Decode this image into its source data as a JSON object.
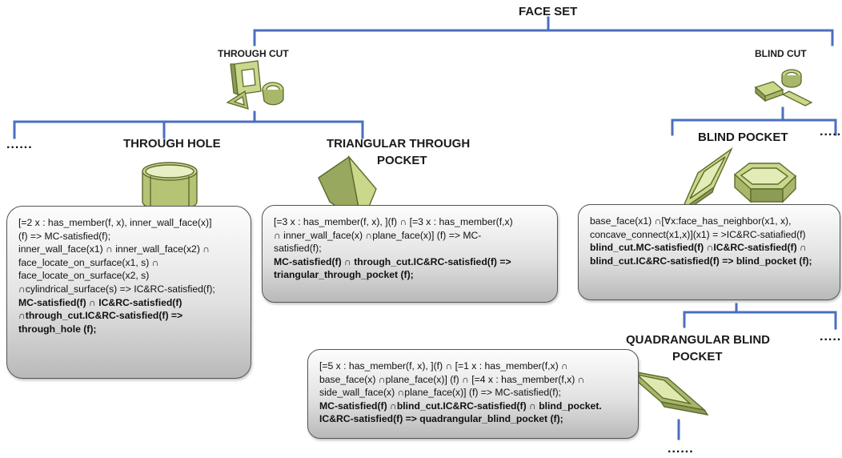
{
  "root": {
    "label": "FACE SET"
  },
  "branches": {
    "through_cut": {
      "label": "THROUGH CUT"
    },
    "blind_cut": {
      "label": "BLIND CUT"
    }
  },
  "features": {
    "through_hole": {
      "label": "THROUGH HOLE"
    },
    "triangular_through_pocket": {
      "label_line1": "TRIANGULAR THROUGH",
      "label_line2": "POCKET"
    },
    "blind_pocket": {
      "label": "BLIND POCKET"
    },
    "quadrangular_blind_pocket": {
      "label_line1": "QUADRANGULAR BLIND",
      "label_line2": "POCKET"
    }
  },
  "ellipses": [
    "......",
    "......",
    "......",
    "......"
  ],
  "rules": {
    "through_hole": [
      {
        "text": "[=2 x : has_member(f, x),  inner_wall_face(x)]",
        "bold": false
      },
      {
        "text": "(f)  => MC-satisfied(f);",
        "bold": false
      },
      {
        "text": "inner_wall_face(x1) ∩ inner_wall_face(x2) ∩",
        "bold": false
      },
      {
        "text": "face_locate_on_surface(x1, s) ∩",
        "bold": false
      },
      {
        "text": "face_locate_on_surface(x2, s)",
        "bold": false
      },
      {
        "text": "∩cylindrical_surface(s) => IC&RC-satisfied(f);",
        "bold": false
      },
      {
        "text": "MC-satisfied(f) ∩ IC&RC-satisfied(f)",
        "bold": true
      },
      {
        "text": "∩through_cut.IC&RC-satisfied(f) =>",
        "bold": true
      },
      {
        "text": "through_hole (f);",
        "bold": true
      }
    ],
    "triangular_through_pocket": [
      {
        "text": "[=3 x : has_member(f, x), ](f) ∩ [=3 x : has_member(f,x)",
        "bold": false
      },
      {
        "text": "∩ inner_wall_face(x) ∩plane_face(x)] (f)  => MC-",
        "bold": false
      },
      {
        "text": "satisfied(f);",
        "bold": false
      },
      {
        "text": "MC-satisfied(f) ∩ through_cut.IC&RC-satisfied(f) =>",
        "bold": true
      },
      {
        "text": "triangular_through_pocket (f);",
        "bold": true
      }
    ],
    "blind_pocket": [
      {
        "text": "base_face(x1) ∩[∀x:face_has_neighbor(x1, x),",
        "bold": false
      },
      {
        "text": "concave_connect(x1,x)](x1) = >IC&RC-satiafied(f)",
        "bold": false
      },
      {
        "text": "blind_cut.MC-satisfied(f) ∩IC&RC-satisfied(f) ∩",
        "bold": true
      },
      {
        "text": "blind_cut.IC&RC-satisfied(f) => blind_pocket (f);",
        "bold": true
      }
    ],
    "quadrangular_blind_pocket": [
      {
        "text": "[=5 x : has_member(f, x), ](f) ∩ [=1 x : has_member(f,x) ∩",
        "bold": false
      },
      {
        "text": "base_face(x) ∩plane_face(x)] (f) ∩ [=4 x : has_member(f,x) ∩",
        "bold": false
      },
      {
        "text": "side_wall_face(x) ∩plane_face(x)] (f) => MC-satisfied(f);",
        "bold": false
      },
      {
        "text": "MC-satisfied(f) ∩blind_cut.IC&RC-satisfied(f) ∩ blind_pocket.",
        "bold": true
      },
      {
        "text": "IC&RC-satisfied(f) => quadrangular_blind_pocket (f);",
        "bold": true
      }
    ]
  },
  "colors": {
    "connector": "#4a6fbf",
    "shape_fill": "#c9d88a",
    "shape_stroke": "#5c6b2e",
    "shape_dark": "#8c9c55",
    "box_border": "#555555"
  },
  "icons": [
    "through-cut-shapes-icon",
    "blind-cut-shapes-icon",
    "cylinder-hole-icon",
    "triangular-prism-icon",
    "blind-pocket-shapes-icon",
    "quad-pocket-icon"
  ]
}
